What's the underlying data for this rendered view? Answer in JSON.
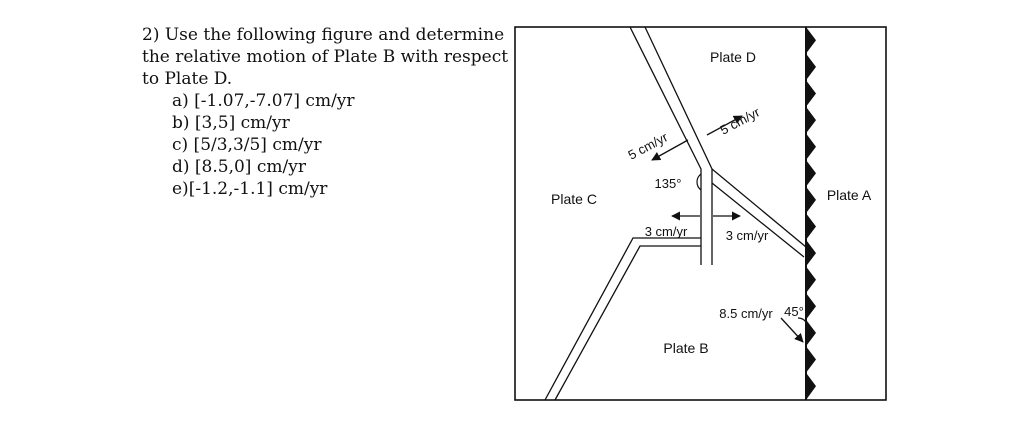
{
  "question": {
    "stem": "2) Use the following figure and determine the relative motion of Plate B with respect to Plate D.",
    "choices": [
      "a) [-1.07,-7.07] cm/yr",
      "b) [3,5] cm/yr",
      "c) [5/3,3/5] cm/yr",
      "d) [8.5,0] cm/yr",
      "e)[-1.2,-1.1] cm/yr"
    ]
  },
  "figure": {
    "plates": {
      "a": "Plate A",
      "b": "Plate B",
      "c": "Plate C",
      "d": "Plate D"
    },
    "labels": {
      "rate_cd": "5 cm/yr",
      "rate_da": "5 cm/yr",
      "angle_junction": "135°",
      "rate_left": "3 cm/yr",
      "rate_right": "3 cm/yr",
      "rate_ba": "8.5 cm/yr",
      "angle_ba": "45°"
    }
  }
}
